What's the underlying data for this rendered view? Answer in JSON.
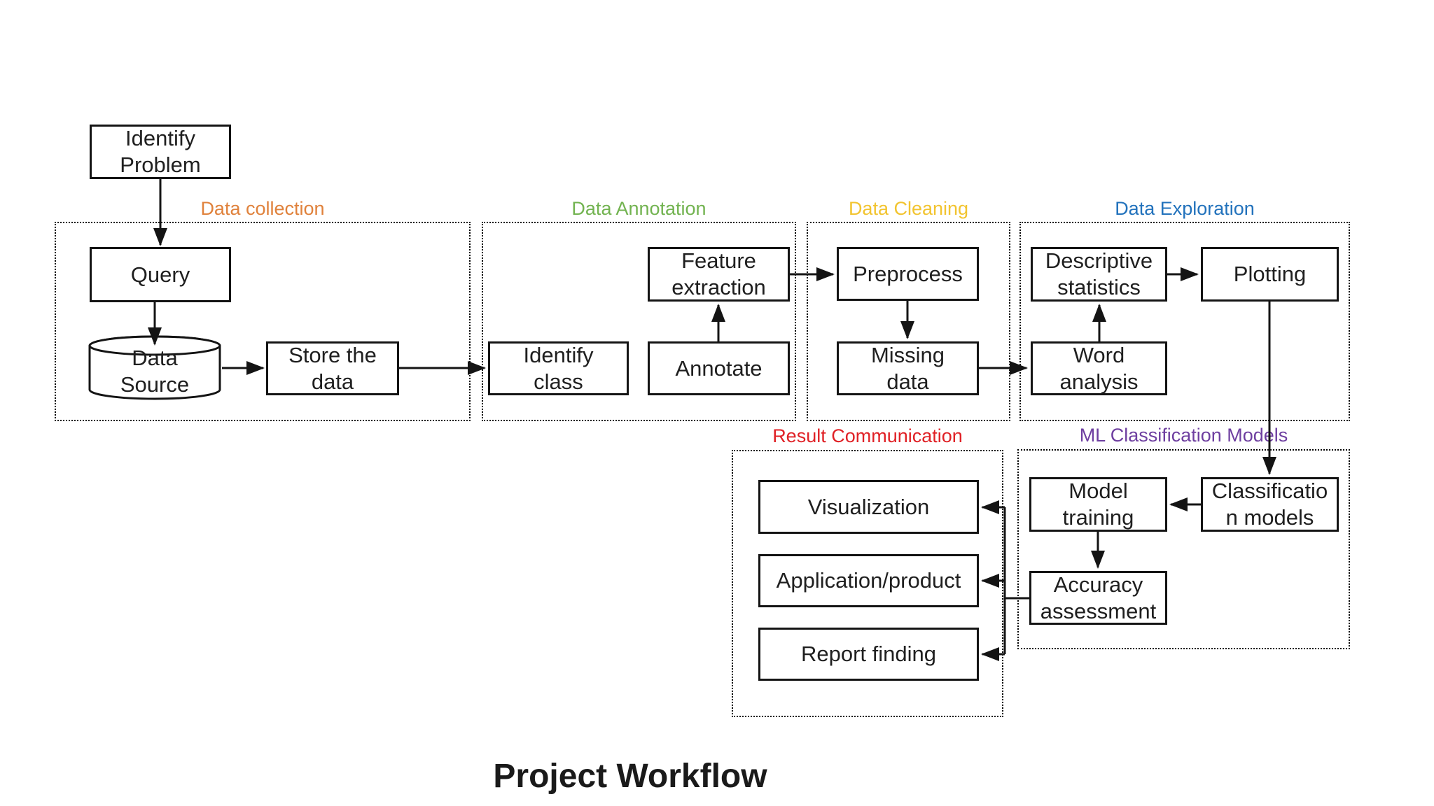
{
  "title": "Project Workflow",
  "groups": {
    "data_collection": {
      "label": "Data collection",
      "color": "#E0823C"
    },
    "data_annotation": {
      "label": "Data Annotation",
      "color": "#72B350"
    },
    "data_cleaning": {
      "label": "Data Cleaning",
      "color": "#F2C430"
    },
    "data_exploration": {
      "label": "Data Exploration",
      "color": "#2272BC"
    },
    "result_communication": {
      "label": "Result Communication",
      "color": "#E02126"
    },
    "ml_models": {
      "label": "ML Classification Models",
      "color": "#6E3FA0"
    }
  },
  "nodes": {
    "identify_problem": {
      "label": "Identify\nProblem"
    },
    "query": {
      "label": "Query"
    },
    "data_source": {
      "label": "Data\nSource",
      "shape": "cylinder"
    },
    "store_data": {
      "label": "Store the\ndata"
    },
    "identify_class": {
      "label": "Identify\nclass"
    },
    "feature_extraction": {
      "label": "Feature\nextraction"
    },
    "annotate": {
      "label": "Annotate"
    },
    "preprocess": {
      "label": "Preprocess"
    },
    "missing_data": {
      "label": "Missing\ndata"
    },
    "descriptive_statistics": {
      "label": "Descriptive\nstatistics"
    },
    "plotting": {
      "label": "Plotting"
    },
    "word_analysis": {
      "label": "Word\nanalysis"
    },
    "model_training": {
      "label": "Model\ntraining"
    },
    "classification_models": {
      "label": "Classificatio\nn models"
    },
    "accuracy_assessment": {
      "label": "Accuracy\nassessment"
    },
    "visualization": {
      "label": "Visualization"
    },
    "application_product": {
      "label": "Application/product"
    },
    "report_finding": {
      "label": "Report finding"
    }
  },
  "edges": [
    {
      "from": "identify_problem",
      "to": "query"
    },
    {
      "from": "query",
      "to": "data_source"
    },
    {
      "from": "data_source",
      "to": "store_data"
    },
    {
      "from": "store_data",
      "to": "identify_class"
    },
    {
      "from": "annotate",
      "to": "feature_extraction"
    },
    {
      "from": "feature_extraction",
      "to": "preprocess"
    },
    {
      "from": "preprocess",
      "to": "missing_data"
    },
    {
      "from": "missing_data",
      "to": "word_analysis"
    },
    {
      "from": "word_analysis",
      "to": "descriptive_statistics"
    },
    {
      "from": "descriptive_statistics",
      "to": "plotting"
    },
    {
      "from": "plotting",
      "to": "classification_models"
    },
    {
      "from": "classification_models",
      "to": "model_training"
    },
    {
      "from": "model_training",
      "to": "accuracy_assessment"
    },
    {
      "from": "accuracy_assessment",
      "to": "visualization"
    },
    {
      "from": "accuracy_assessment",
      "to": "application_product"
    },
    {
      "from": "accuracy_assessment",
      "to": "report_finding"
    }
  ]
}
